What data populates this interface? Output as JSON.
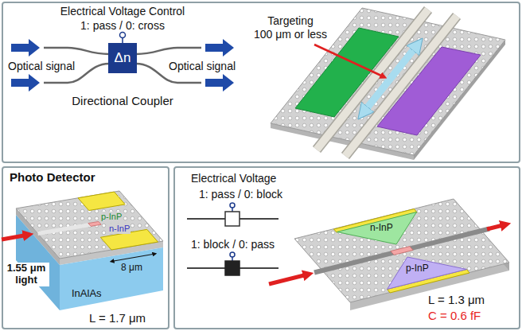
{
  "diagram": {
    "nodes": [
      {
        "text": [
          "Δn"
        ]
      }
    ],
    "labels": [
      "Electrical Voltage Control",
      "1: pass / 0: cross",
      "Optical signal",
      "Optical signal",
      "Directional Coupler",
      "Targeting",
      "100 μm or less",
      "Photo Detector",
      "p-InP",
      "n-InP",
      "8 μm",
      "1.55 μm light",
      "InAlAs",
      "L = 1.7 μm",
      "Electrical Voltage",
      "1: pass / 0: block",
      "1: block / 0: pass",
      "n-InP",
      "p-InP",
      "L = 1.3 μm",
      "C = 0.6 fF"
    ]
  }
}
